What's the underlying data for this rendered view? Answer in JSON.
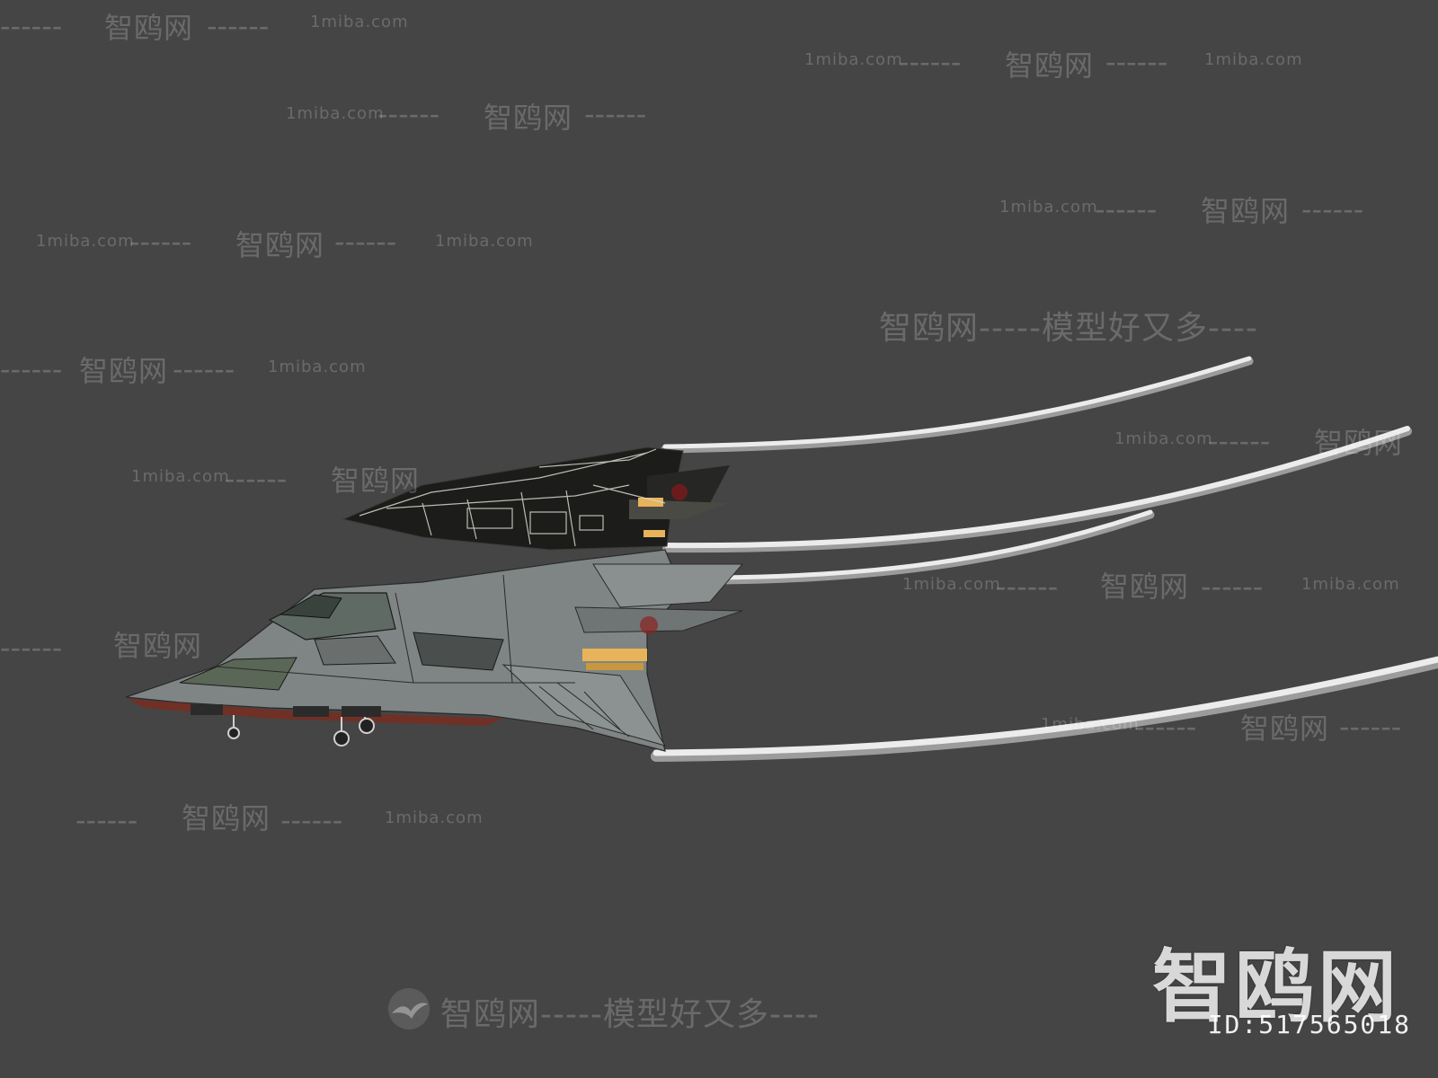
{
  "watermarks": {
    "brand": "智鸥网",
    "site": "1miba.com",
    "slogan": "智鸥网-----模型好又多----",
    "dashes": "------"
  },
  "logo": {
    "name": "智鸥网",
    "id_text": "ID:517565018"
  },
  "scene": {
    "background": "#454545",
    "subject": "stealth-jet-aircraft-model",
    "trail_color": "#e8e8e8",
    "dark_jet_color": "#1c1c1a",
    "grey_jet_color": "#7f8584",
    "exhaust_color": "#e8b45a",
    "icon": "seagull-icon"
  }
}
